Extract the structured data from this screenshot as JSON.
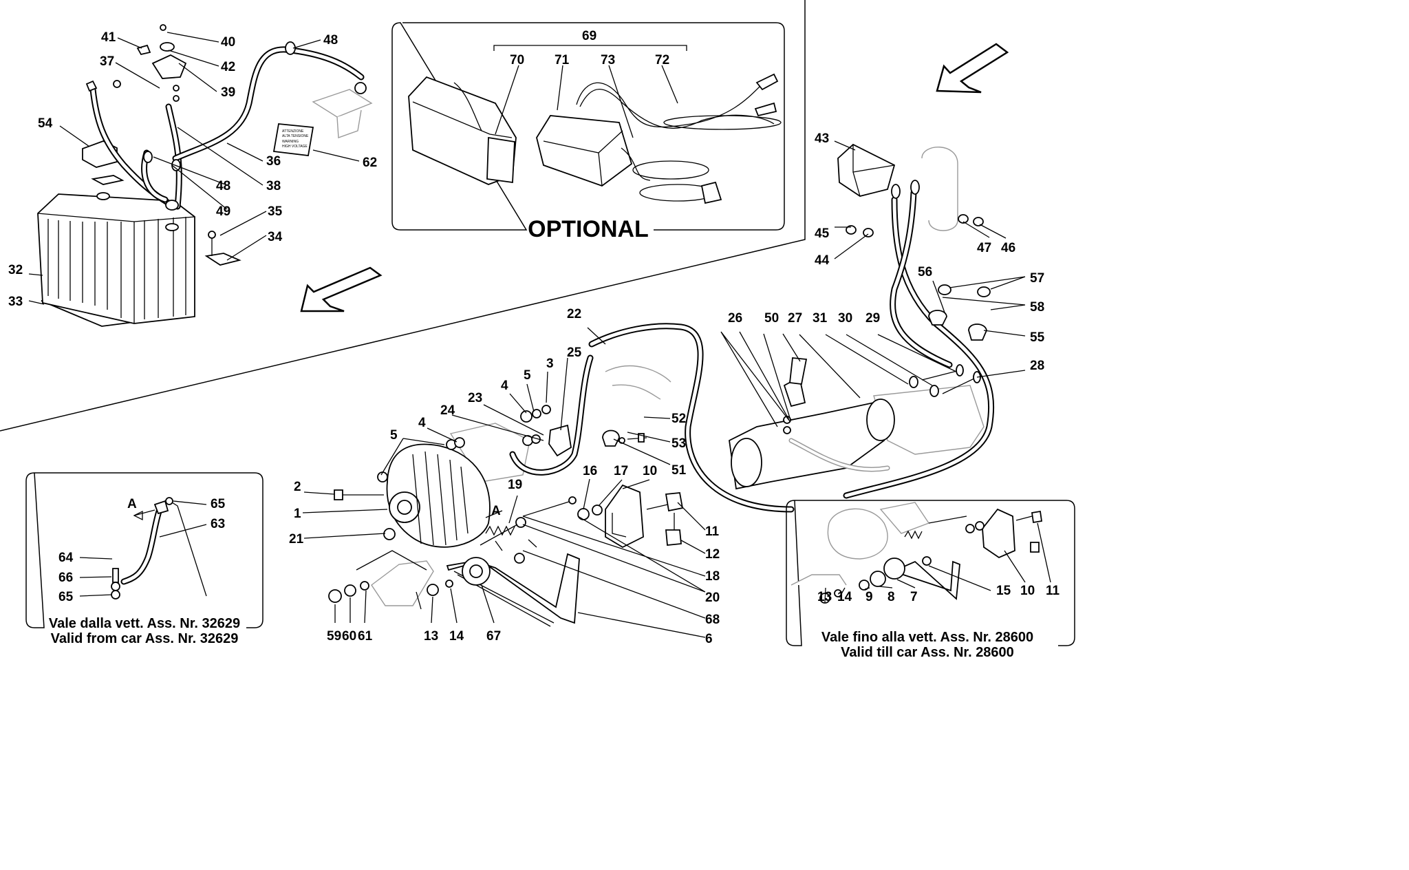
{
  "optional_label": "OPTIONAL",
  "battery_sticker": [
    "ATTENZIONE",
    "ALTA TENSIONE",
    "WARNING",
    "HIGH VOLTAGE"
  ],
  "inset_left": {
    "caption_line1": "Vale dalla vett. Ass. Nr. 32629",
    "caption_line2": "Valid from car Ass. Nr. 32629",
    "view_marker": "A"
  },
  "inset_right": {
    "caption_line1": "Vale fino alla vett. Ass. Nr. 28600",
    "caption_line2": "Valid till car Ass. Nr. 28600"
  },
  "view_marker_main": "A",
  "callouts": {
    "c1": "1",
    "c2": "2",
    "c3": "3",
    "c4a": "4",
    "c4b": "4",
    "c5a": "5",
    "c5b": "5",
    "c6": "6",
    "c10": "10",
    "c11": "11",
    "c12": "12",
    "c13": "13",
    "c14": "14",
    "c16": "16",
    "c17": "17",
    "c18": "18",
    "c19": "19",
    "c20": "20",
    "c21": "21",
    "c22": "22",
    "c23": "23",
    "c24": "24",
    "c25": "25",
    "c26": "26",
    "c27": "27",
    "c28": "28",
    "c29": "29",
    "c30": "30",
    "c31": "31",
    "c32": "32",
    "c33": "33",
    "c34": "34",
    "c35": "35",
    "c36": "36",
    "c37": "37",
    "c38": "38",
    "c39": "39",
    "c40": "40",
    "c41": "41",
    "c42": "42",
    "c43": "43",
    "c44": "44",
    "c45": "45",
    "c46": "46",
    "c47": "47",
    "c48a": "48",
    "c48b": "48",
    "c49": "49",
    "c50": "50",
    "c51": "51",
    "c52": "52",
    "c53": "53",
    "c54": "54",
    "c55": "55",
    "c56": "56",
    "c57": "57",
    "c58": "58",
    "c59": "59",
    "c60": "60",
    "c61": "61",
    "c62": "62",
    "c63": "63",
    "c64": "64",
    "c65a": "65",
    "c65b": "65",
    "c66": "66",
    "c67": "67",
    "c68": "68",
    "c69": "69",
    "c70": "70",
    "c71": "71",
    "c72": "72",
    "c73": "73",
    "r7": "7",
    "r8": "8",
    "r9": "9",
    "r10": "10",
    "r11": "11",
    "r13": "13",
    "r14": "14",
    "r15": "15"
  }
}
